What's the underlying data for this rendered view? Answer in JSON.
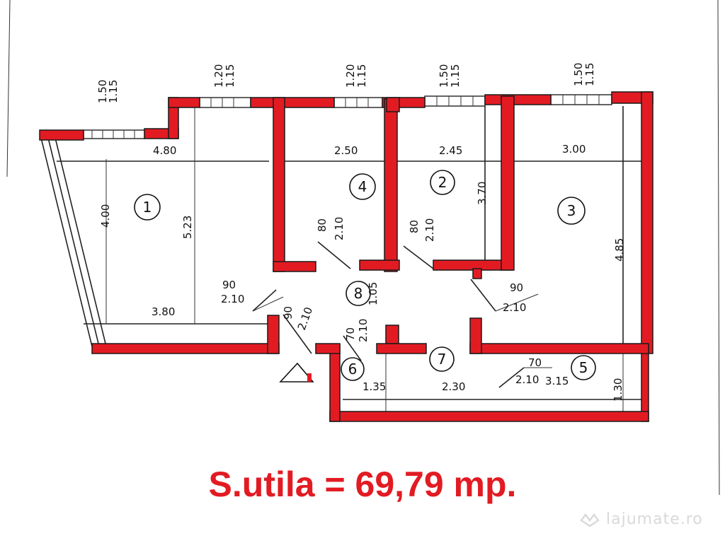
{
  "plan": {
    "rooms": [
      {
        "id": "room-1",
        "number": "1"
      },
      {
        "id": "room-2",
        "number": "2"
      },
      {
        "id": "room-3",
        "number": "3"
      },
      {
        "id": "room-4",
        "number": "4"
      },
      {
        "id": "room-5",
        "number": "5"
      },
      {
        "id": "room-6",
        "number": "6"
      },
      {
        "id": "room-7",
        "number": "7"
      },
      {
        "id": "room-8",
        "number": "8"
      }
    ],
    "dimensions": {
      "win1_w": "1.50",
      "win1_h": "1.15",
      "win2_w": "1.20",
      "win2_h": "1.15",
      "win3_w": "1.20",
      "win3_h": "1.15",
      "win4_w": "1.50",
      "win4_h": "1.15",
      "win5_w": "1.50",
      "win5_h": "1.15",
      "room1_width": "4.80",
      "room1_depth": "4.00",
      "room1_length": "5.23",
      "room1_bottom": "3.80",
      "room4_width": "2.50",
      "room2_width": "2.45",
      "room2_depth": "3.70",
      "room3_width": "3.00",
      "room3_depth": "4.85",
      "door4_w": "80",
      "door4_h": "2.10",
      "door2_w": "80",
      "door2_h": "2.10",
      "door1_w": "90",
      "door1_h": "2.10",
      "door3_w": "90",
      "door3_h": "2.10",
      "door_entry_w": "90",
      "door_entry_h": "2.10",
      "hall_depth": "1.05",
      "door6_w": "70",
      "door6_h": "2.10",
      "door5_w": "70",
      "door5_h": "2.10",
      "room6_width": "1.35",
      "room7_width": "2.30",
      "room5_width": "3.15",
      "room5_depth": "1.30"
    }
  },
  "area_label": "S.utila = 69,79 mp.",
  "watermark": "lajumate.ro"
}
